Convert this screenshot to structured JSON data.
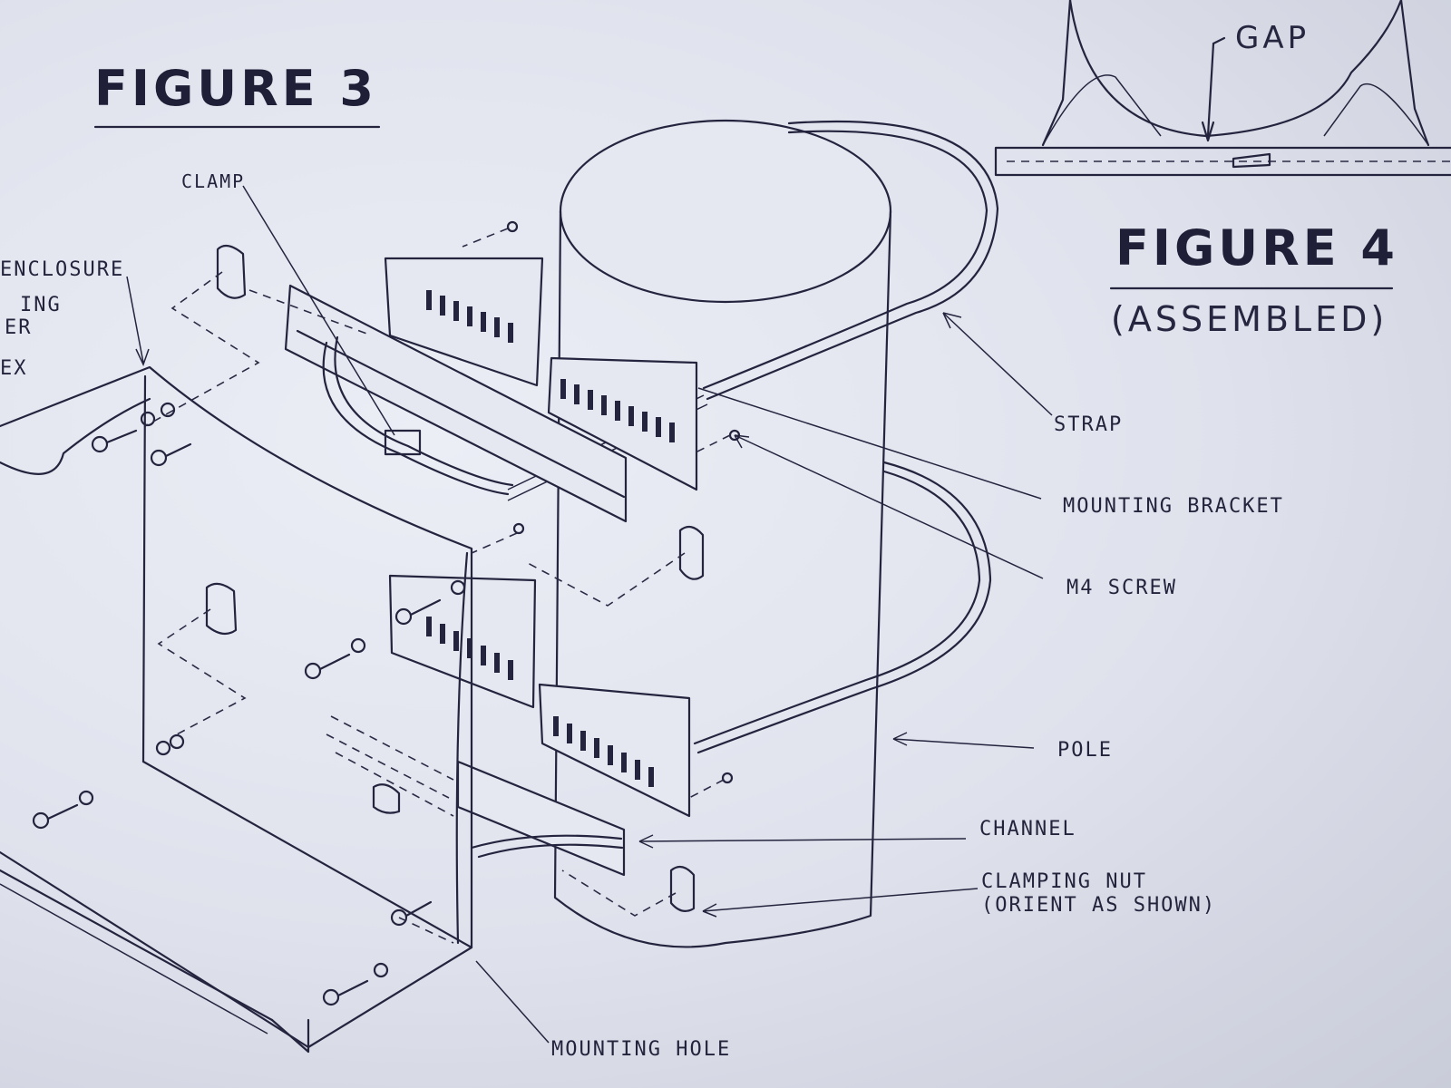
{
  "figure3": {
    "title": "FIGURE 3"
  },
  "figure4": {
    "title": "FIGURE 4",
    "subtitle": "(ASSEMBLED)",
    "gap_label": "GAP"
  },
  "labels": {
    "clamp": "CLAMP",
    "enclosure": "ENCLOSURE",
    "ing": "ING",
    "er": "ER",
    "ex": "EX",
    "strap": "STRAP",
    "mounting_bracket": "MOUNTING BRACKET",
    "m4_screw": "M4 SCREW",
    "pole": "POLE",
    "channel": "CHANNEL",
    "clamping_nut_line1": "CLAMPING NUT",
    "clamping_nut_line2": "(ORIENT AS SHOWN)",
    "mounting_hole": "MOUNTING HOLE"
  },
  "colors": {
    "ink": "#24243e",
    "paper": "#dfe1ec"
  }
}
